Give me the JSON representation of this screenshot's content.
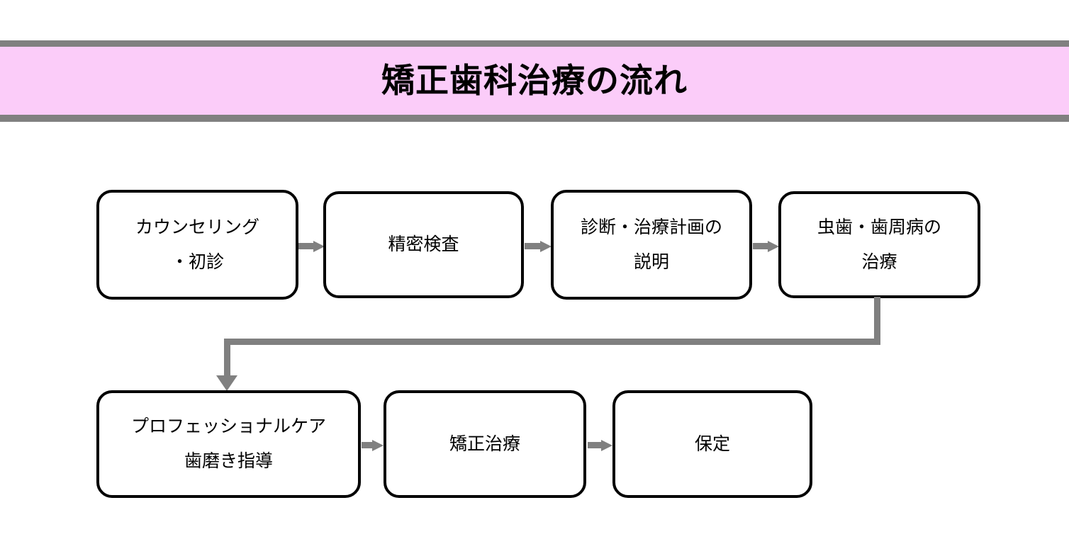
{
  "banner": {
    "title": "矯正歯科治療の流れ",
    "fill_color": "#fbccf9",
    "rule_color": "#808080",
    "title_color": "#000000"
  },
  "flow": {
    "connector_color": "#808080",
    "node_border_color": "#000000",
    "node_fill_color": "#ffffff",
    "rows": [
      {
        "nodes": [
          {
            "id": "counseling",
            "line1": "カウンセリング",
            "line2": "・初診"
          },
          {
            "id": "exam",
            "line1": "精密検査",
            "line2": ""
          },
          {
            "id": "diagnosis",
            "line1": "診断・治療計画の",
            "line2": "説明"
          },
          {
            "id": "caries",
            "line1": "虫歯・歯周病の",
            "line2": "治療"
          }
        ]
      },
      {
        "nodes": [
          {
            "id": "procare",
            "line1": "プロフェッショナルケア",
            "line2": "歯磨き指導"
          },
          {
            "id": "ortho",
            "line1": "矯正治療",
            "line2": ""
          },
          {
            "id": "retention",
            "line1": "保定",
            "line2": ""
          }
        ]
      }
    ]
  }
}
